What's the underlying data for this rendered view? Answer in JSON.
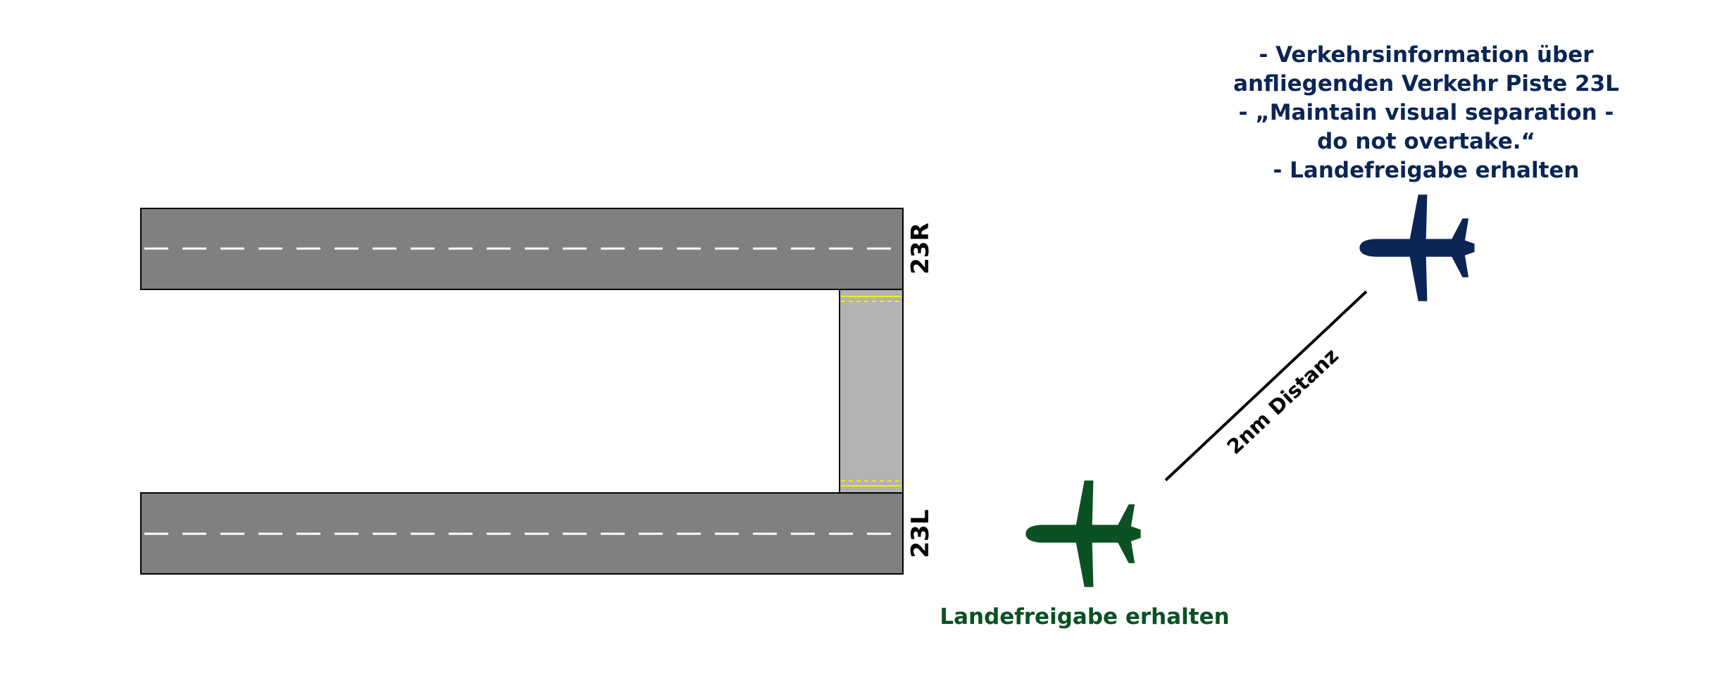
{
  "colors": {
    "runway": "#808080",
    "taxiway": "#b3b3b3",
    "centerline": "#ffffff",
    "holding_line": "#f0f000",
    "blue_aircraft": "#0b2555",
    "green_aircraft": "#0c5124",
    "distance_line": "#000000"
  },
  "runways": {
    "right": {
      "label": "23R"
    },
    "left": {
      "label": "23L"
    }
  },
  "distance": {
    "label": "2nm Distanz"
  },
  "blue_aircraft": {
    "icon": "airplane-icon",
    "info_lines": [
      "- Verkehrsinformation über",
      "anfliegenden Verkehr Piste 23L",
      "- „Maintain visual separation -",
      "do not overtake.“",
      "- Landefreigabe erhalten"
    ]
  },
  "green_aircraft": {
    "icon": "airplane-icon",
    "label": "Landefreigabe erhalten"
  }
}
